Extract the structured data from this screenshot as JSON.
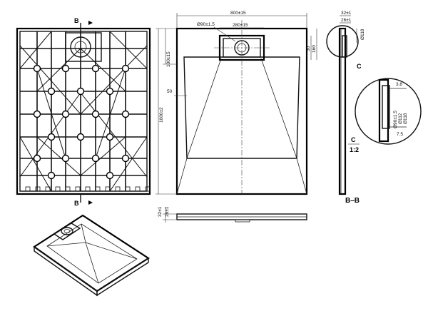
{
  "section_labels": {
    "b_top": "B",
    "b_bottom": "B",
    "c_marker": "C",
    "c_detail_title": "C",
    "c_detail_scale": "1:2",
    "bb_title": "B–B"
  },
  "dimensions": {
    "width": "800±15",
    "drain_width": "280±15",
    "drain_diameter": "Ø90±1.5",
    "drain_offset": "100±15",
    "drain_height": "30",
    "drain_height2": "160",
    "length": "1000±2",
    "border": "50",
    "section_height": "32±1",
    "section_height2": "26±1",
    "section_diameter": "Ø118",
    "side_height1": "32±1",
    "side_height2": "26±1",
    "detail_38": "3.8",
    "detail_d90": "Ø90±1.5",
    "detail_d112": "Ø112",
    "detail_d118": "Ø118",
    "detail_75": "7.5"
  }
}
